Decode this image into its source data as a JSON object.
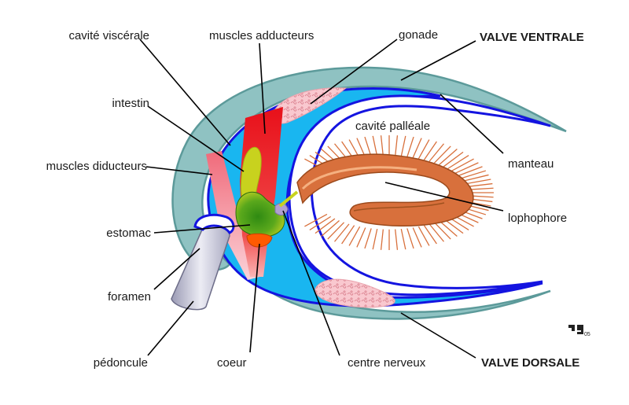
{
  "labels": {
    "cavite_viscerale": "cavité viscérale",
    "muscles_adducteurs": "muscles  adducteurs",
    "gonade": "gonade",
    "valve_ventrale": "VALVE VENTRALE",
    "intestin": "intestin",
    "cavite_palleale": "cavité palléale",
    "muscles_diducteurs": "muscles  diducteurs",
    "manteau": "manteau",
    "lophophore": "lophophore",
    "estomac": "estomac",
    "foramen": "foramen",
    "pedoncule": "pédoncule",
    "coeur": "coeur",
    "centre_nerveux": "centre nerveux",
    "valve_dorsale": "VALVE DORSALE"
  },
  "signature": {
    "mark": "rg",
    "year": "05"
  },
  "colors": {
    "shell": "#8fc2c2",
    "shell_stroke": "#5c9a9a",
    "mantle_line": "#1414e0",
    "visceral_cavity": "#19b6f0",
    "adductor_muscle": "#e8101a",
    "diductor_muscle": "#f27a8a",
    "gonad": "#f8c0c8",
    "gut": "#c8d21e",
    "stomach": "#3f9a1a",
    "heart": "#ff5a00",
    "peduncle": "#c6c6d8",
    "lophophore": "#d8703c"
  }
}
